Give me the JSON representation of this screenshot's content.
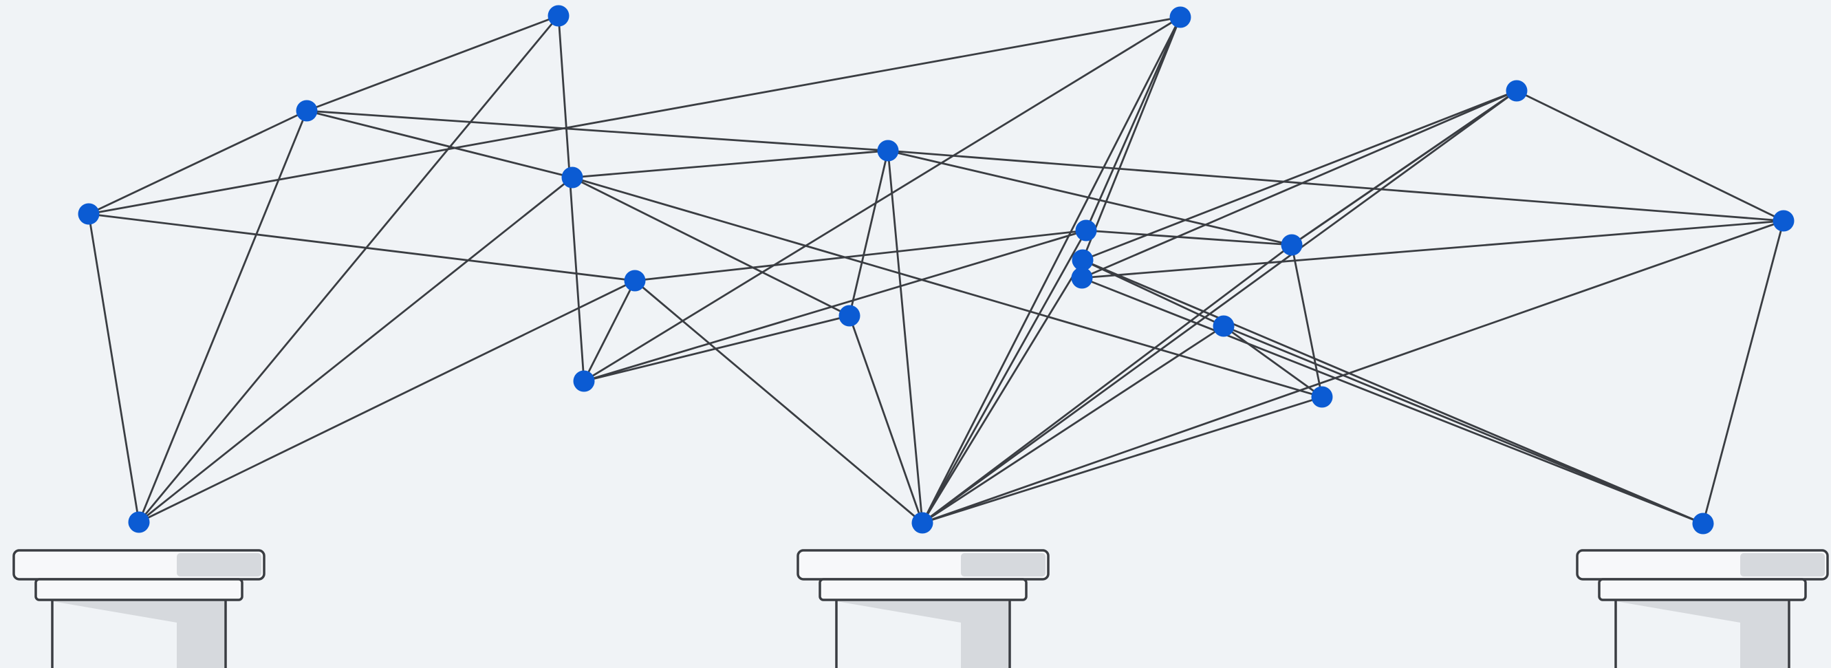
{
  "colors": {
    "background": "#f0f3f6",
    "node": "#0b5bd3",
    "edge": "#3a3d42",
    "pedestal_face": "#f7f8fa",
    "pedestal_shadow": "#d6d9dd"
  },
  "graph": {
    "node_ids": [
      "n1",
      "n2",
      "n3",
      "n4",
      "n5",
      "n6",
      "n7",
      "n8",
      "n9",
      "n10",
      "n11",
      "n12",
      "n13",
      "n14",
      "n15",
      "n16",
      "n17",
      "n18",
      "n19",
      "n20"
    ],
    "anchor_nodes": [
      "n1",
      "n2",
      "n3"
    ],
    "edges": [
      [
        "n4",
        "n1"
      ],
      [
        "n4",
        "n8"
      ],
      [
        "n4",
        "n5"
      ],
      [
        "n4",
        "n13"
      ],
      [
        "n5",
        "n1"
      ],
      [
        "n5",
        "n6"
      ],
      [
        "n5",
        "n7"
      ],
      [
        "n5",
        "n11"
      ],
      [
        "n6",
        "n1"
      ],
      [
        "n6",
        "n9"
      ],
      [
        "n7",
        "n1"
      ],
      [
        "n7",
        "n11"
      ],
      [
        "n7",
        "n10"
      ],
      [
        "n7",
        "n17"
      ],
      [
        "n8",
        "n1"
      ],
      [
        "n8",
        "n2"
      ],
      [
        "n8",
        "n9"
      ],
      [
        "n8",
        "n12"
      ],
      [
        "n9",
        "n10"
      ],
      [
        "n9",
        "n12"
      ],
      [
        "n9",
        "n13"
      ],
      [
        "n10",
        "n2"
      ],
      [
        "n10",
        "n11"
      ],
      [
        "n11",
        "n2"
      ],
      [
        "n11",
        "n15"
      ],
      [
        "n11",
        "n19"
      ],
      [
        "n12",
        "n2"
      ],
      [
        "n12",
        "n15"
      ],
      [
        "n13",
        "n14"
      ],
      [
        "n13",
        "n2"
      ],
      [
        "n13",
        "n12"
      ],
      [
        "n14",
        "n2"
      ],
      [
        "n14",
        "n16"
      ],
      [
        "n14",
        "n18"
      ],
      [
        "n14",
        "n3"
      ],
      [
        "n15",
        "n18"
      ],
      [
        "n15",
        "n17"
      ],
      [
        "n15",
        "n2"
      ],
      [
        "n16",
        "n17"
      ],
      [
        "n16",
        "n3"
      ],
      [
        "n16",
        "n2"
      ],
      [
        "n17",
        "n2"
      ],
      [
        "n18",
        "n15"
      ],
      [
        "n18",
        "n2"
      ],
      [
        "n18",
        "n20"
      ],
      [
        "n18",
        "n19"
      ],
      [
        "n19",
        "n2"
      ],
      [
        "n19",
        "n3"
      ],
      [
        "n19",
        "n20"
      ],
      [
        "n20",
        "n3"
      ]
    ]
  }
}
